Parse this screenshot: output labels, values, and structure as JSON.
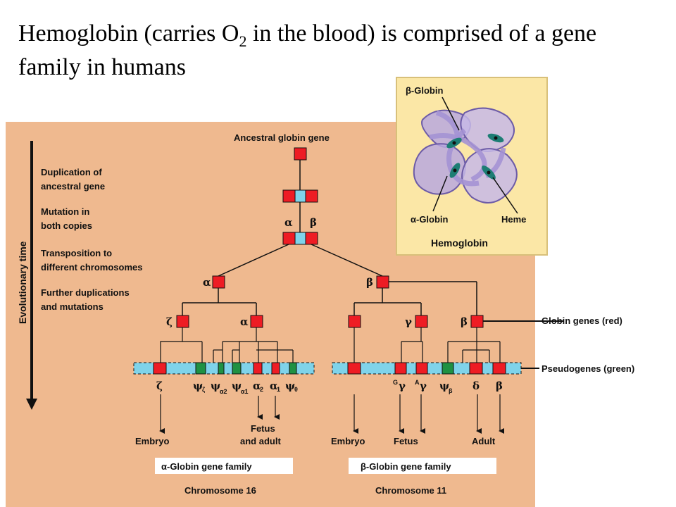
{
  "title": {
    "prefix": "Hemoglobin (carries O",
    "subscript": "2",
    "suffix": " in the blood) is comprised of a gene family in humans"
  },
  "colors": {
    "panel": "#efb98f",
    "inset": "#fbe7a6",
    "gene_red": "#ee1c24",
    "gene_blue": "#7fd3ea",
    "pseudo_green": "#1f9143",
    "protein_purple": "#b9a8de",
    "heme_teal": "#1d7d74"
  },
  "diagram": {
    "time_axis": "Evolutionary time",
    "ancestral": "Ancestral globin gene",
    "steps": [
      [
        "Duplication of",
        "ancestral gene"
      ],
      [
        "Mutation in",
        "both copies"
      ],
      [
        "Transposition to",
        "different chromosomes"
      ],
      [
        "Further duplications",
        "and mutations"
      ]
    ],
    "greek": {
      "alpha": "α",
      "beta": "β",
      "zeta": "ζ",
      "gamma": "γ",
      "delta": "δ",
      "psi": "ψ",
      "theta": "θ"
    },
    "sub": {
      "a2": "α2",
      "a1": "α1",
      "zeta": "ζ",
      "theta": "θ",
      "beta": "β",
      "gamma": "γ",
      "G": "G",
      "A": "A"
    },
    "stages": {
      "embryo": "Embryo",
      "fetus_adult_1": "Fetus",
      "fetus_adult_2": "and adult",
      "fetus": "Fetus",
      "adult": "Adult"
    },
    "legend_globin": "Globin genes (red)",
    "legend_pseudo": "Pseudogenes (green)",
    "alpha_family": "α-Globin gene family",
    "beta_family": "β-Globin gene family",
    "chromosome_16": "Chromosome 16",
    "chromosome_11": "Chromosome 11"
  },
  "inset": {
    "beta_label": "β-Globin",
    "alpha_label": "α-Globin",
    "heme_label": "Heme",
    "caption": "Hemoglobin"
  }
}
